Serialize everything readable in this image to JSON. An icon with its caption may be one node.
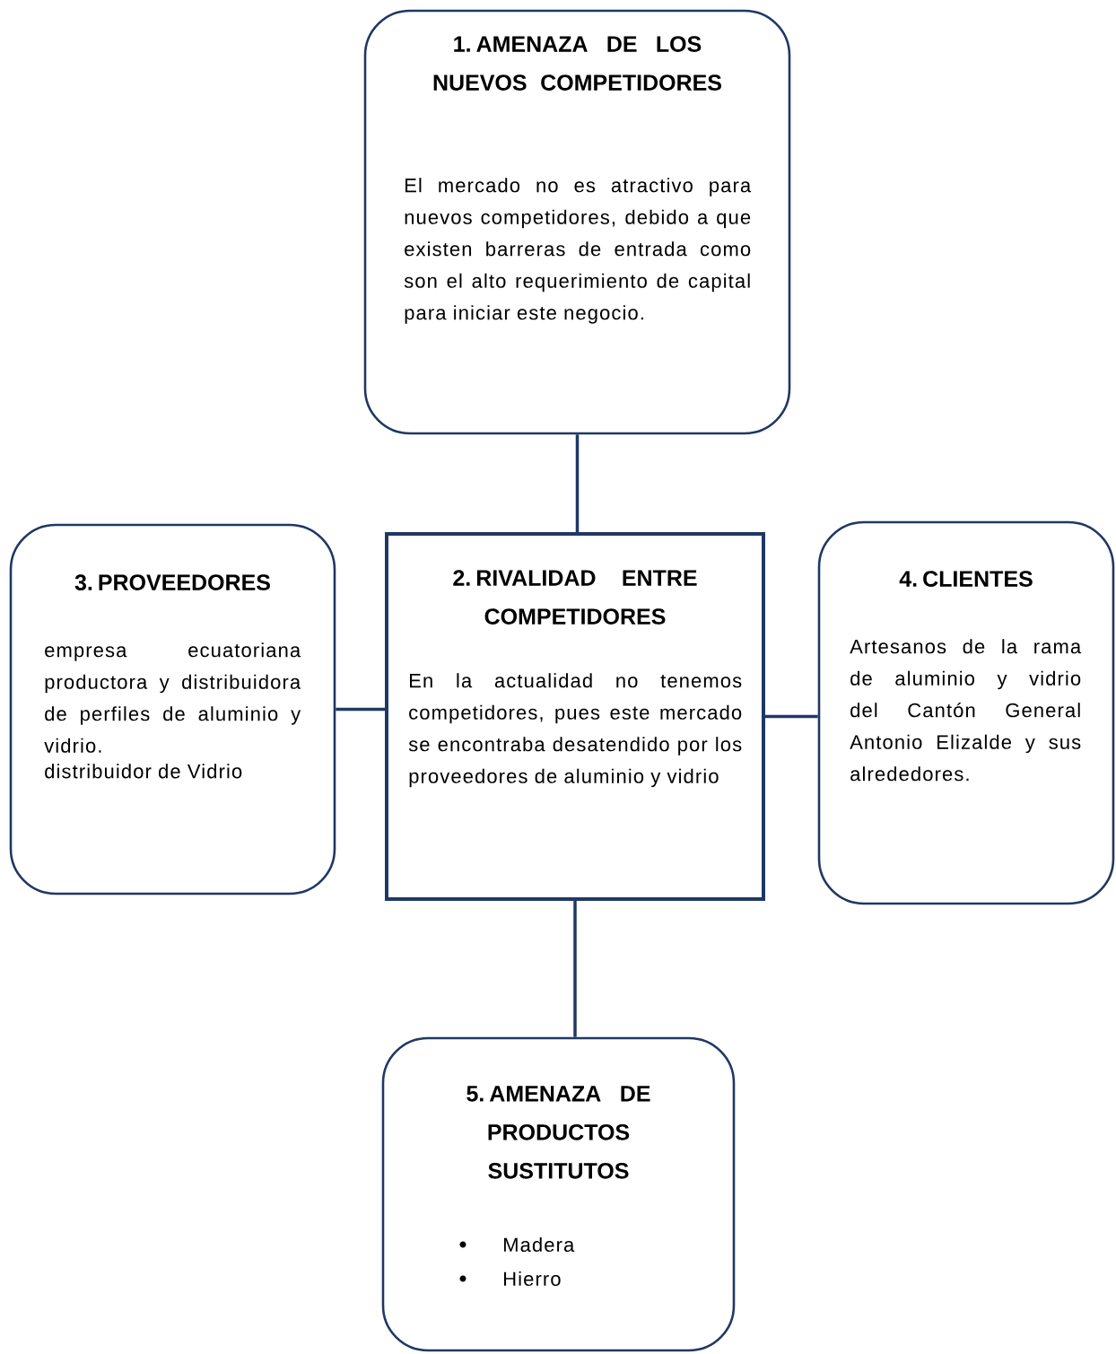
{
  "diagram": {
    "nodes": [
      {
        "text": [
          "1. AMENAZA DE LOS NUEVOS COMPETIDORES",
          "El mercado no es atractivo para nuevos competidores, debido a que existen barreras de entrada como son el alto requerimiento de capital para iniciar este negocio."
        ]
      },
      {
        "text": [
          "2. RIVALIDAD ENTRE COMPETIDORES",
          "En la actualidad no tenemos competidores, pues este mercado se encontraba desatendido por los proveedores de aluminio y vidrio"
        ]
      },
      {
        "text": [
          "3. PROVEEDORES",
          "empresa ecuatoriana productora y distribuidora de perfiles de aluminio y vidrio.",
          "distribuidor de Vidrio"
        ]
      },
      {
        "text": [
          "4. CLIENTES",
          "Artesanos de la rama de aluminio y vidrio del Cantón General Antonio Elizalde y sus alrededores."
        ]
      },
      {
        "text": [
          "5. AMENAZA DE PRODUCTOS SUSTITUTOS",
          "Madera",
          "Hierro"
        ]
      }
    ],
    "edges": [
      {
        "from": 0,
        "to": 1,
        "arrow": "none"
      },
      {
        "from": 2,
        "to": 1,
        "arrow": "none"
      },
      {
        "from": 1,
        "to": 3,
        "arrow": "none"
      },
      {
        "from": 1,
        "to": 4,
        "arrow": "none"
      }
    ]
  }
}
